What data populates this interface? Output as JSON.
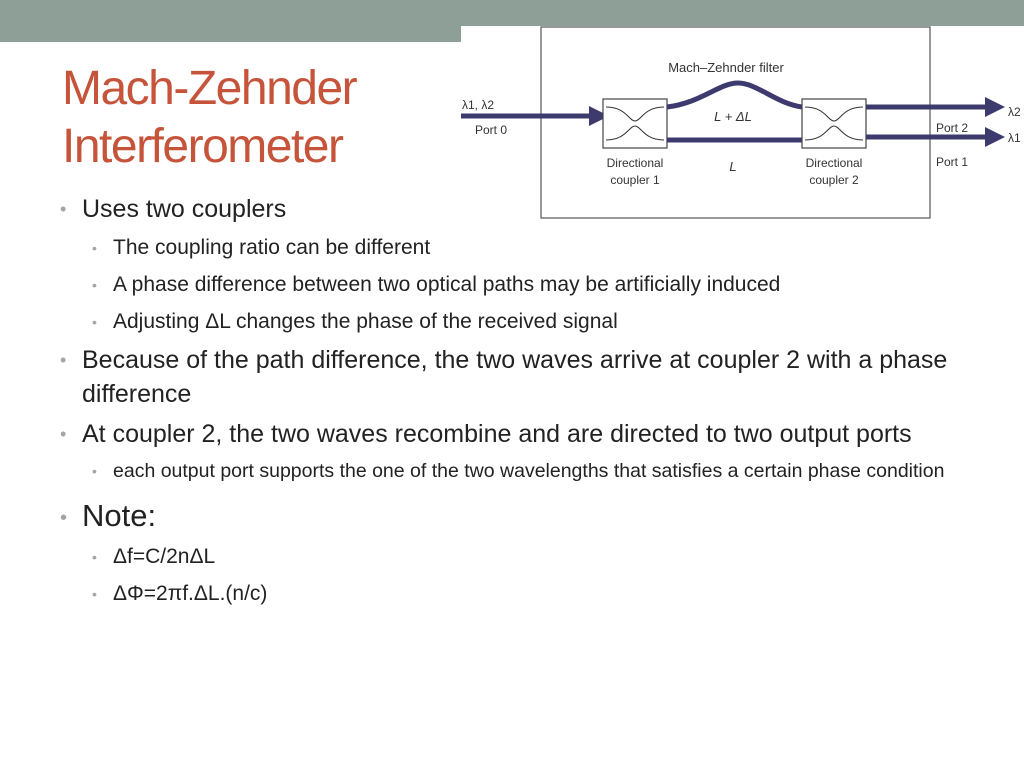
{
  "slide": {
    "title_line1": "Mach-Zehnder",
    "title_line2": "Interferometer"
  },
  "figure": {
    "filter_label": "Mach–Zehnder filter",
    "input_wavelengths": "λ1, λ2",
    "port0": "Port 0",
    "port1": "Port 1",
    "port2": "Port 2",
    "out_top_wavelength": "λ2",
    "out_bottom_wavelength": "λ1",
    "upper_path": "L + ΔL",
    "lower_path": "L",
    "coupler1_line1": "Directional",
    "coupler1_line2": "coupler 1",
    "coupler2_line1": "Directional",
    "coupler2_line2": "coupler 2"
  },
  "bullets": [
    {
      "text": "Uses two couplers"
    },
    {
      "text": "The coupling ratio can be different"
    },
    {
      "text": "A phase difference between two optical paths may be artificially induced"
    },
    {
      "text": "Adjusting ΔL changes the phase of the received signal"
    },
    {
      "text": "Because of the path difference, the two waves arrive at coupler 2 with a phase difference"
    },
    {
      "text": "At coupler 2, the two waves recombine and are directed to two output ports"
    },
    {
      "text": "each output port supports the one of the two wavelengths that satisfies a certain phase condition"
    },
    {
      "text": "Note:"
    },
    {
      "text": "Δf=C/2nΔL"
    },
    {
      "text": "ΔΦ=2πf.ΔL.(n/c)"
    }
  ],
  "bullet_glyph": "•",
  "colors": {
    "header_bar": "#8e9f98",
    "title": "#c6543a",
    "waveguide": "#3d3b6e"
  }
}
